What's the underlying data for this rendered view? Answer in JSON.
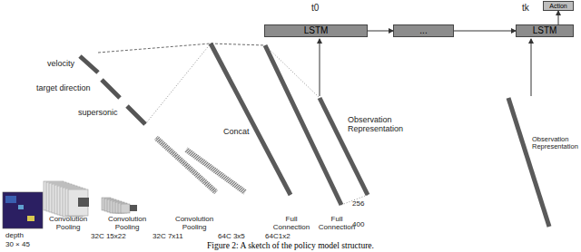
{
  "diagram": {
    "caption": "Figure 2: A sketch of the policy model structure.",
    "nodes": [
      {
        "text": [
          "LSTM"
        ]
      },
      {
        "text": [
          "..."
        ]
      },
      {
        "text": [
          "LSTM"
        ]
      },
      {
        "text": [
          "Action"
        ]
      }
    ],
    "edges": [
      {
        "from": 0,
        "to": 1,
        "arrow": "to"
      },
      {
        "from": 1,
        "to": 2,
        "arrow": "to"
      },
      {
        "from": 2,
        "to": 3,
        "arrow": "to"
      }
    ],
    "labels": [
      "t0",
      "tk",
      "Observation Representation",
      "Observation Representation",
      "velocity",
      "target direction",
      "supersonic",
      "Concat",
      "Convolution Pooling",
      "Convolution Pooling",
      "Convolution Pooling",
      "Full Connection",
      "Full Connection",
      "256",
      "400",
      "depth",
      "30 × 45",
      "32C 15x22",
      "32C 7x11",
      "64C 3x5",
      "64C1x2"
    ]
  }
}
